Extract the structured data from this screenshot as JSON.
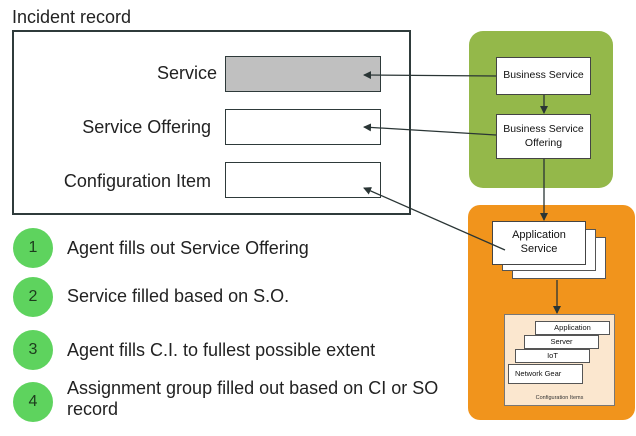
{
  "title": "Incident record",
  "fields": [
    {
      "label": "Service",
      "filled": true
    },
    {
      "label": "Service Offering",
      "filled": false
    },
    {
      "label": "Configuration Item",
      "filled": false
    }
  ],
  "cmdb": {
    "business_service": "Business Service",
    "business_service_offering": "Business Service Offering",
    "application_service": "Application Service",
    "ci_items": [
      "Application",
      "Server",
      "IoT",
      "Network Gear"
    ],
    "ci_caption": "Configuration Items"
  },
  "steps": [
    {
      "num": "1",
      "text": "Agent fills out Service Offering"
    },
    {
      "num": "2",
      "text": "Service filled based on S.O."
    },
    {
      "num": "3",
      "text": "Agent fills C.I. to fullest possible extent"
    },
    {
      "num": "4",
      "text": "Assignment group filled out based on CI or SO record"
    }
  ],
  "colors": {
    "green_panel": "#94b84a",
    "orange_panel": "#f1941c",
    "step_circle": "#5ed35e",
    "filled_field": "#c0c0c0"
  }
}
